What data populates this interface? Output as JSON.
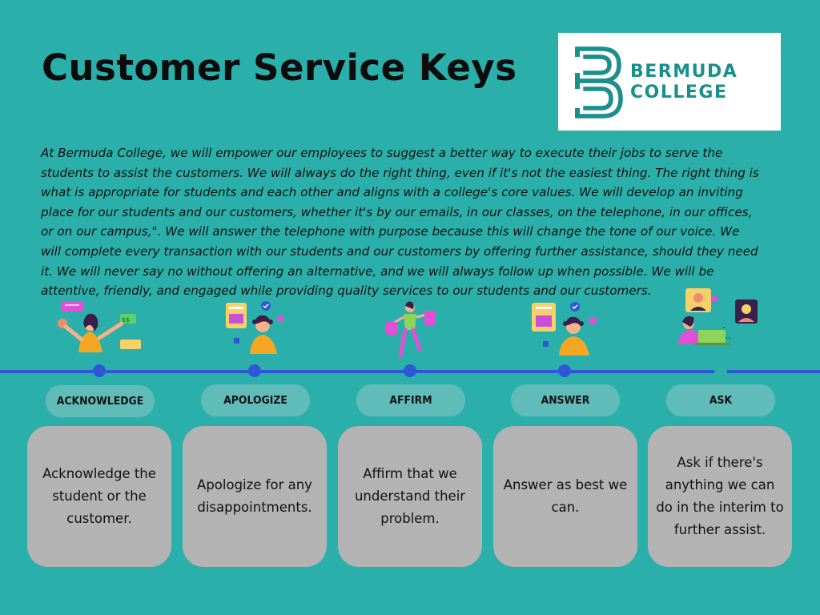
{
  "title": "Customer Service Keys",
  "logo": {
    "line1": "BERMUDA",
    "line2": "COLLEGE",
    "color": "#1a8f8c"
  },
  "intro": "At Bermuda College, we will empower our employees to suggest a better way to execute their jobs to serve the students to assist the customers.  We will always do the right thing, even if it's not the easiest thing. The right thing is what is appropriate for students and each other and aligns with a college's core values. We will develop an inviting place for our students and our customers, whether it's by our emails, in our classes, on the telephone, in our offices, or on our campus,\". We will answer the telephone with purpose because this will change the tone of our voice. We will complete every transaction with our students and our customers by offering further assistance, should they need it. We will never say no without offering an alternative, and we will always follow up when possible. We will be attentive, friendly, and engaged while providing quality services to our students and our customers.",
  "keys": [
    {
      "label": "ACKNOWLEDGE",
      "description": "Acknowledge the student or the customer."
    },
    {
      "label": "APOLOGIZE",
      "description": "Apologize for any disappointments."
    },
    {
      "label": "AFFIRM",
      "description": "Affirm that we understand their problem."
    },
    {
      "label": "ANSWER",
      "description": "Answer as best we can."
    },
    {
      "label": "ASK",
      "description": "Ask if there's anything we can do in the interim to further assist."
    }
  ],
  "colors": {
    "background": "#2aafaa",
    "timeline": "#2e58d6",
    "pill": "#5fbcb8",
    "card": "#b3b3b3"
  }
}
